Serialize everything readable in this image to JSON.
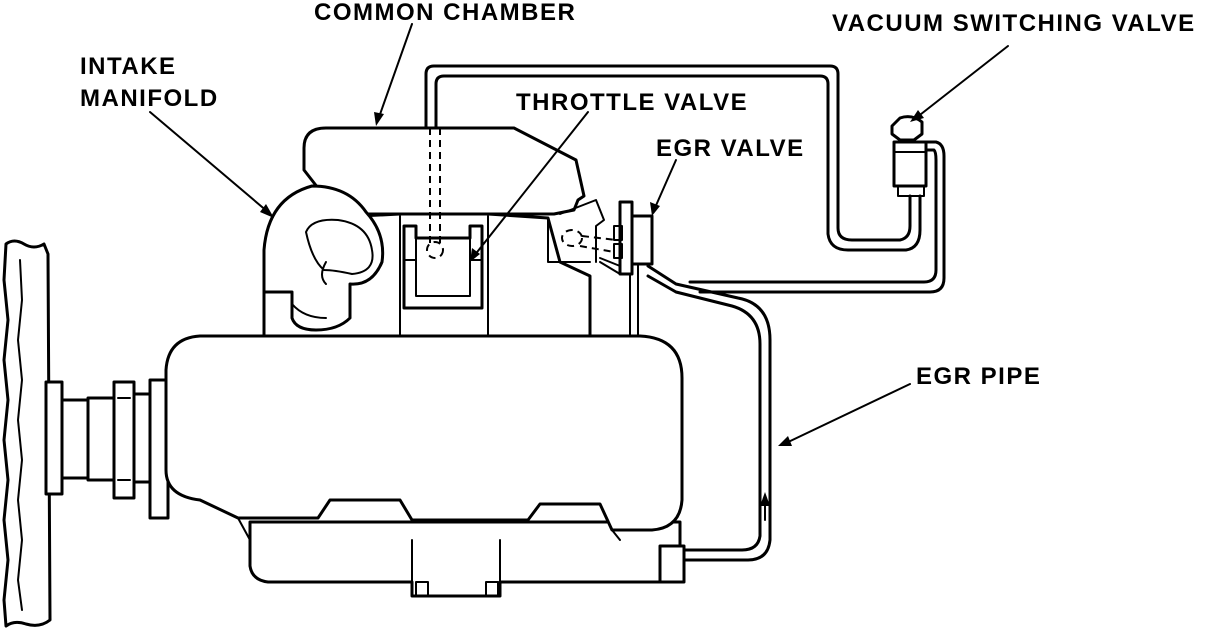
{
  "labels": {
    "common_chamber": "COMMON CHAMBER",
    "vacuum_switching_valve": "VACUUM SWITCHING VALVE",
    "intake_line1": "INTAKE",
    "intake_line2": "MANIFOLD",
    "throttle_valve": "THROTTLE VALVE",
    "egr_valve": "EGR VALVE",
    "egr_pipe": "EGR PIPE"
  },
  "colors": {
    "ink": "#000000",
    "paper": "#ffffff"
  }
}
